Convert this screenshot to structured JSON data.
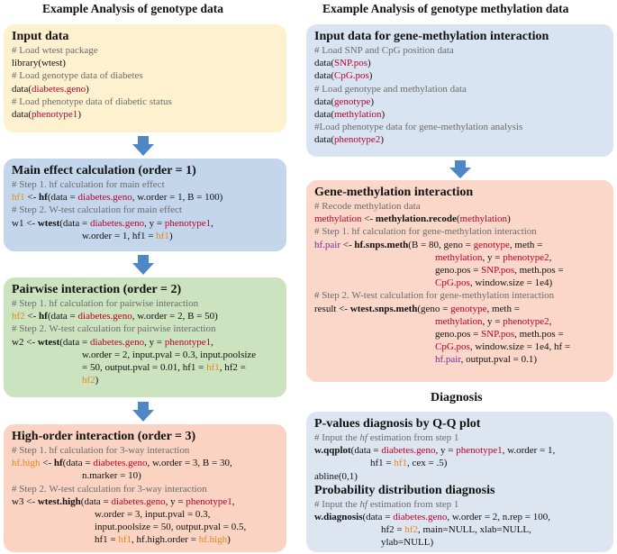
{
  "headers": {
    "left": "Example Analysis of genotype data",
    "right": "Example Analysis of genotype methylation data",
    "diagnosis": "Diagnosis"
  },
  "input_data": {
    "title": "Input data",
    "l1": "# Load wtest package",
    "l2": "library(wtest)",
    "l3": "# Load genotype data of diabetes",
    "l4a": "data(",
    "l4b": "diabetes.geno",
    "l4c": ")",
    "l5": "# Load phenotype data of diabetic status",
    "l6a": "data(",
    "l6b": "phenotype1",
    "l6c": ")"
  },
  "main_effect": {
    "title": "Main effect calculation (order = 1)",
    "c1": "# Step 1. hf calculation  for main  effect",
    "a1": "hf1",
    "a2": " <- ",
    "a3": "hf",
    "a4": "(data = ",
    "a5": "diabetes.geno",
    "a6": ",  w.order = 1, B = 100)",
    "c2": "# Step 2. W-test calculation  for main effect",
    "b1": "w1 <- ",
    "b2": "wtest",
    "b3": "(data = ",
    "b4": "diabetes.geno",
    "b5": ",  y = ",
    "b6": "phenotype1",
    "b7": ",",
    "b8": "w.order = 1, hf1 = ",
    "b9": "hf1",
    "b10": ")"
  },
  "pairwise": {
    "title": "Pairwise interaction (order = 2)",
    "c1": "# Step 1. hf calculation  for pairwise interaction",
    "a1": "hf2",
    "a2": " <- ",
    "a3": "hf",
    "a4": "(data = ",
    "a5": "diabetes.geno",
    "a6": ",  w.order = 2, B = 50)",
    "c2": "# Step 2. W-test calculation  for pairwise interaction",
    "b1": "w2 <- ",
    "b2": "wtest",
    "b3": "(data = ",
    "b4": "diabetes.geno",
    "b5": ",  y = ",
    "b6": "phenotype1",
    "b7": ",",
    "b8": "w.order = 2, input.pval = 0.3, input.poolsize",
    "b9": "= 50, output.pval = 0.01, hf1 = ",
    "b10": "hf1",
    "b11": ", hf2 =",
    "b12": "hf2",
    "b13": ")"
  },
  "high_order": {
    "title": "High-order interaction (order = 3)",
    "c1": "# Step 1. hf calculation  for 3-way interaction",
    "a1": "hf.high",
    "a2": " <- ",
    "a3": "hf",
    "a4": "(data = ",
    "a5": "diabetes.geno",
    "a6": ",  w.order = 3, B = 30,",
    "a7": "n.marker = 10)",
    "c2": "# Step 2. W-test calculation  for 3-way interaction",
    "b1": "w3 <- ",
    "b2": "wtest.high",
    "b3": "(data = ",
    "b4": "diabetes.geno",
    "b5": ", y =  ",
    "b6": "phenotype1",
    "b7": ",",
    "b8": "w.order = 3, input.pval = 0.3,",
    "b9": "input.poolsize = 50, output.pval = 0.5,",
    "b10": "hf1 = ",
    "b11": "hf1",
    "b12": ",   hf.high.order = ",
    "b13": "hf.high",
    "b14": ")"
  },
  "methyl_input": {
    "title": "Input data for gene-methylation interaction",
    "c1": "# Load SNP and CpG position data",
    "l1a": "data(",
    "l1b": "SNP.pos",
    "l1c": ")",
    "l2a": "data(",
    "l2b": "CpG.pos",
    "l2c": ")",
    "c2": "# Load genotype and methylation  data",
    "l3a": "data(",
    "l3b": "genotype",
    "l3c": ")",
    "l4a": "data(",
    "l4b": "methylation",
    "l4c": ")",
    "c3": "#Load phenotype data for gene-methylation  analysis",
    "l5a": "data(",
    "l5b": "phenotype2",
    "l5c": ")"
  },
  "gene_methyl": {
    "title": "Gene-methylation interaction",
    "c1": "# Recode methylation  data",
    "a1": "methylation",
    "a2": "  <- ",
    "a3": "methylation.recode",
    "a4": "(",
    "a5": "methylation",
    "a6": ")",
    "c2": "# Step 1. hf calculation  for gene-methylation  interaction",
    "b1": "hf.pair",
    "b2": " <- ",
    "b3": "hf.snps.meth",
    "b4": "(B = 80, geno = ",
    "b5": "genotype",
    "b6": ",  meth =",
    "b7": "methylation",
    "b8": ",  y = ",
    "b9": "phenotype2",
    "b10": ",",
    "b11": "geno.pos = ",
    "b12": "SNP.pos",
    "b13": ", meth.pos =",
    "b14": "CpG.pos",
    "b15": ", window.size = 1e4)",
    "c3": "# Step 2. W-test calculation  for gene-methylation  interaction",
    "d1": "result <- ",
    "d2": "wtest.snps.meth",
    "d3": "(geno = ",
    "d4": "genotype",
    "d5": ",  meth =",
    "d6": "methylation",
    "d7": ",  y = ",
    "d8": "phenotype2",
    "d9": ",",
    "d10": "geno.pos = ",
    "d11": "SNP.pos",
    "d12": ", meth.pos =",
    "d13": "CpG.pos",
    "d14": ", window.size = 1e4, hf =",
    "d15": "hf.pair",
    "d16": ", output.pval = 0.1)"
  },
  "diag": {
    "title1": "P-values diagnosis by Q-Q plot",
    "c1a": "# Input the ",
    "c1b": "hf",
    "c1c": " estimation  from step 1",
    "a1": "w.qqplot",
    "a2": "(data = ",
    "a3": "diabetes.geno",
    "a4": ",  y = ",
    "a5": "phenotype1",
    "a6": ", w.order = 1,",
    "a7": "hf1 = ",
    "a8": "hf1",
    "a9": ",   cex = .5)",
    "a10": "abline(0,1)",
    "title2": "Probability distribution diagnosis",
    "c2a": "# Input the ",
    "c2b": "hf",
    "c2c": " estimation  from step 1",
    "b1": "w.diagnosis",
    "b2": "(data = ",
    "b3": "diabetes.geno",
    "b4": ",  w.order = 2, n.rep = 100,",
    "b5": "hf2 = ",
    "b6": "hf2",
    "b7": ", main=NULL,  xlab=NULL,",
    "b8": "ylab=NULL)"
  },
  "colors": {
    "input": "#fdf1cf",
    "main": "#c4d6ec",
    "pairwise": "#cce3bf",
    "high": "#fad3c2",
    "methyl_input": "#d8e4f2",
    "gene_methyl": "#fad7c8",
    "diag": "#dde5f1",
    "arrow": "#4f86c6"
  }
}
